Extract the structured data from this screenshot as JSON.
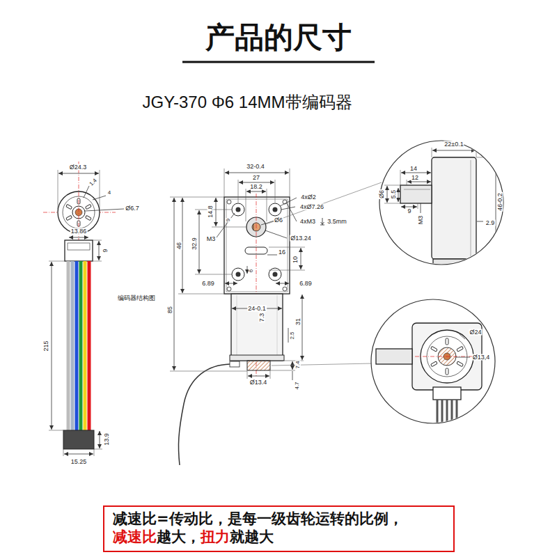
{
  "diagram": {
    "title": "产品的尺寸",
    "nodes": [
      {
        "text": [
          "减速比=传动比，是每一级齿轮运转的比例，",
          "减速比",
          "越大，",
          "扭力",
          "就越大"
        ]
      }
    ],
    "labels": [
      "JGY-370 Φ6 14MM带编码器",
      "Ø24.3",
      "1.4",
      "4",
      "Ø6.7",
      "13.86",
      "9",
      "编码器结构图",
      "215",
      "13.9",
      "15.25",
      "32-0.4",
      "27",
      "18.2",
      "4xØ2",
      "4xØ7.26",
      "14.8",
      "9",
      "Ø6",
      "4xM3",
      "3.5mm",
      "M3",
      "32.9",
      "Ø13.24",
      "46",
      "16",
      "10",
      "85",
      "6.89",
      "6",
      "6.89",
      "24-0.1",
      "7.3",
      "31",
      "2.5",
      "7.4",
      "Ø13.4",
      "4.7",
      "22±0.1",
      "14",
      "12",
      "9",
      "Ø6",
      "5.5",
      "M3",
      "46-0.2",
      "2.9",
      "Ø24",
      "Ø13,4"
    ]
  }
}
